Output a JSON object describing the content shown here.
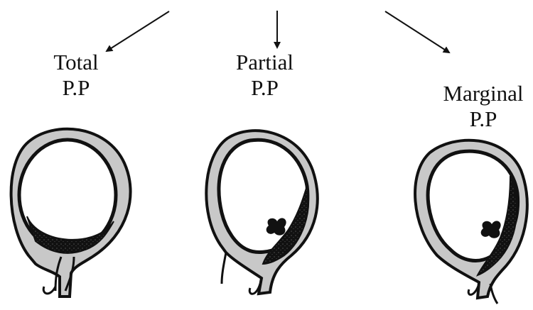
{
  "labels": {
    "total": {
      "line1": "Total",
      "line2": "P.P"
    },
    "partial": {
      "line1": "Partial",
      "line2": "P.P"
    },
    "marginal": {
      "line1": "Marginal",
      "line2": "P.P"
    }
  },
  "colors": {
    "ink": "#111111",
    "shade": "#c8c8c8",
    "paper": "#ffffff"
  }
}
